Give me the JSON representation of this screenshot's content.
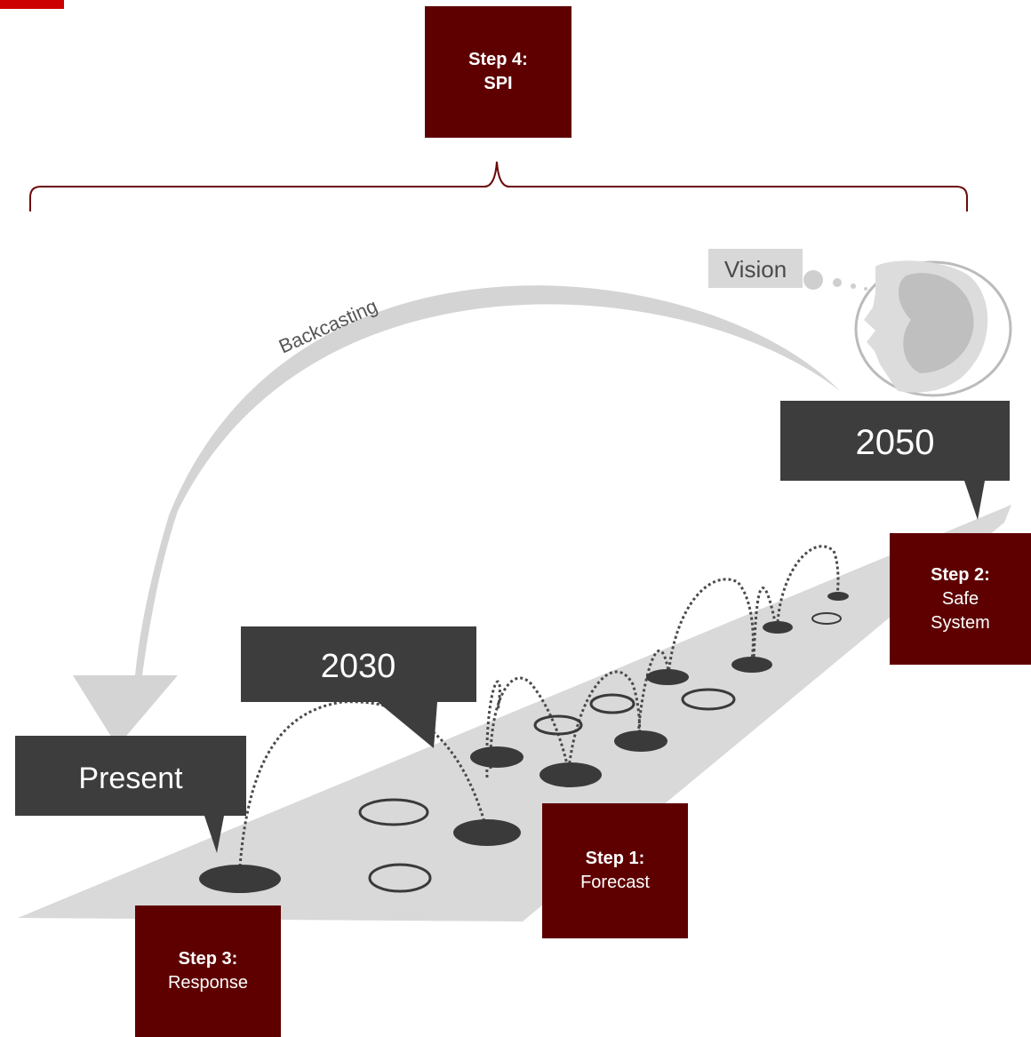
{
  "colors": {
    "step_box": "#5e0000",
    "corner_flag": "#cc0000",
    "brace": "#6b0a0a",
    "road": "#d9d9d9",
    "callout": "#3d3d3d",
    "arrow": "#d4d4d4"
  },
  "steps": {
    "step4": {
      "label": "Step 4:",
      "text": "SPI"
    },
    "step2": {
      "label": "Step 2:",
      "text1": "Safe",
      "text2": "System"
    },
    "step1": {
      "label": "Step 1:",
      "text": "Forecast"
    },
    "step3": {
      "label": "Step 3:",
      "text": "Response"
    }
  },
  "callouts": {
    "present": "Present",
    "year_2030": "2030",
    "year_2050": "2050"
  },
  "labels": {
    "backcasting": "Backcasting",
    "vision": "Vision"
  },
  "icons": [
    "head-profile-icon",
    "thought-bubble-icon"
  ]
}
